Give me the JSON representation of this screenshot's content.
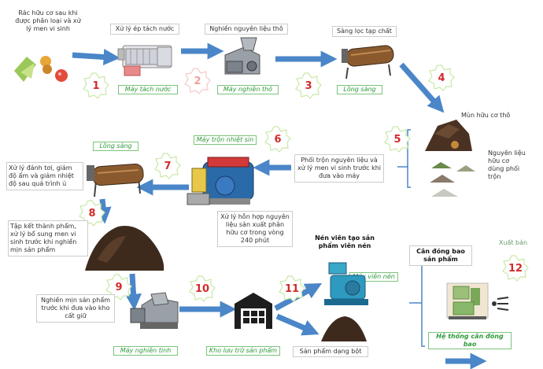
{
  "colors": {
    "arrow": "#4a86c8",
    "badge": "#d22b2b",
    "label_green": "#2e9a3a"
  },
  "steps": [
    "1",
    "2",
    "3",
    "4",
    "5",
    "6",
    "7",
    "8",
    "9",
    "10",
    "11",
    "12"
  ],
  "texts": {
    "raw_input": "Rác hữu cơ sau khi được phân loại và xử lý men vi sinh",
    "press": "Xử lý ép tách nước",
    "grind_raw": "Nghiền nguyên liệu thô",
    "sieve": "Sàng lọc tạp chất",
    "raw_pile": "Mùn hữu cơ thô",
    "mix_materials": "Nguyên liệu hữu cơ dùng phối trộn",
    "mix_process": "Phối trộn nguyên liệu và xử lý men vi sinh trước khi đưa vào máy",
    "incubator_note": "Xử lý hỗn hợp nguyên liệu sản xuất phân hữu cơ trong vòng 240 phút",
    "turning": "Xử lý đánh tơi, giảm độ ẩm và giảm nhiệt độ sau quá trình ủ",
    "stacking": "Tập kết thành phẩm, xử lý bổ sung men vi sinh trước khi nghiền mịn sản phẩm",
    "fine_grind": "Nghiền mịn sản phẩm trước khi đưa vào kho cất giữ",
    "pellet": "Nén viên tạo sản phẩm viên nén",
    "weigh": "Cân đóng bao sản phẩm",
    "export": "Xuất bán",
    "powder": "Sản phẩm dạng bột"
  },
  "labels": {
    "press_machine": "Máy tách nước",
    "grinder": "Máy nghiền thô",
    "drum": "Lồng sàng",
    "drum2": "Lồng sàng",
    "incubator": "Máy trộn nhiệt sin",
    "fine_grinder": "Máy nghiền tinh",
    "storage": "Kho lưu trữ sản phẩm",
    "pellet_machine": "Máy viên nén",
    "weigh_system": "Hệ thống cân đóng bao"
  }
}
